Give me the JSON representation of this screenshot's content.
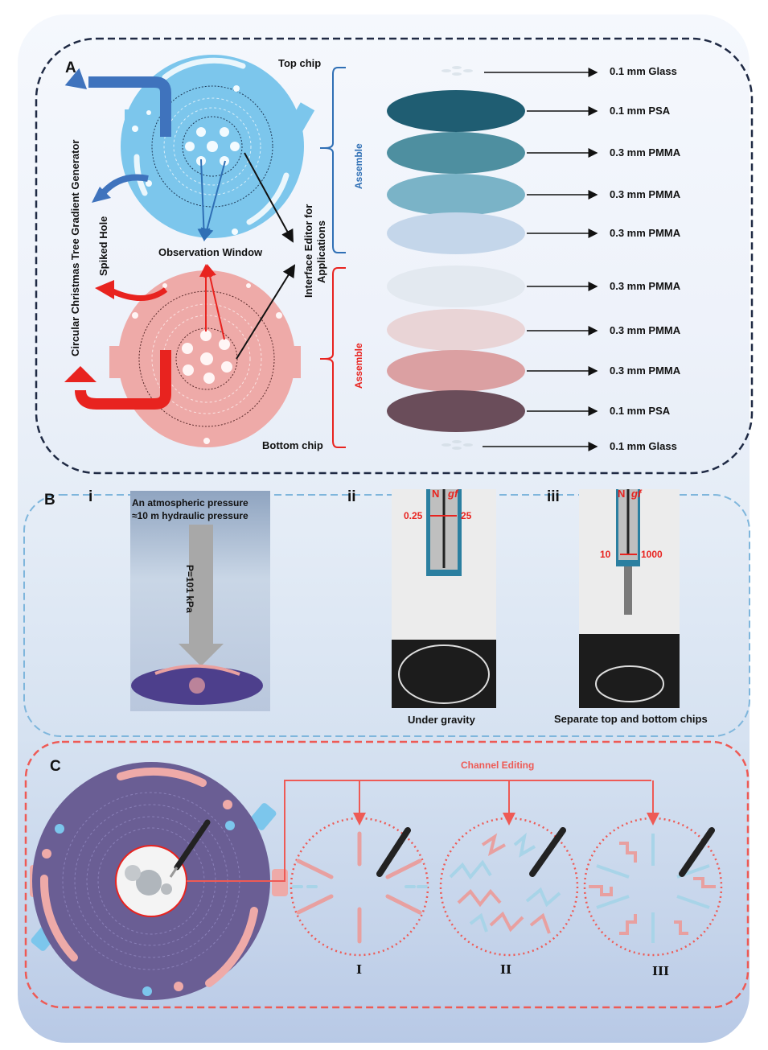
{
  "figure": {
    "panels": {
      "A": {
        "letter": "A",
        "top_chip_label": "Top chip",
        "bottom_chip_label": "Bottom chip",
        "observation_window_label": "Observation Window",
        "vertical_labels": {
          "gradient_generator": "Circular Christmas Tree Gradient Generator",
          "spiked_hole": "Spiked Hole",
          "interface_editor_line1": "Interface Editor for",
          "interface_editor_line2": "Applications"
        },
        "assemble_top": "Assemble",
        "assemble_bottom": "Assemble",
        "top_layers": [
          "0.1 mm Glass",
          "0.1 mm PSA",
          "0.3 mm PMMA",
          "0.3 mm PMMA",
          "0.3 mm PMMA"
        ],
        "bottom_layers": [
          "0.3 mm PMMA",
          "0.3 mm PMMA",
          "0.3 mm PMMA",
          "0.1 mm PSA",
          "0.1 mm Glass"
        ]
      },
      "B": {
        "letter": "B",
        "sub_i": "i",
        "sub_ii": "ii",
        "sub_iii": "iii",
        "i_text_line1": "An atmospheric pressure",
        "i_text_line2": "≈10 m hydraulic pressure",
        "i_arrow_label": "P=101 kPa",
        "ii_unit_left": "N",
        "ii_unit_right": "gf",
        "ii_value_left": "0.25",
        "ii_value_right": "25",
        "ii_caption": "Under gravity",
        "iii_unit_left": "N",
        "iii_unit_right": "gf",
        "iii_value_left": "10",
        "iii_value_right": "1000",
        "iii_caption": "Separate top and bottom chips"
      },
      "C": {
        "letter": "C",
        "channel_editing_label": "Channel Editing",
        "variants": [
          "I",
          "II",
          "III"
        ]
      }
    },
    "colors": {
      "blue_accent": "#2f6fb5",
      "red_accent": "#e8231f",
      "top_chip": "#7cc6ec",
      "bottom_chip": "#eeaaa8",
      "panel_a_border": "#1f2a44",
      "panel_b_border": "#7fb6dc",
      "panel_c_border": "#ee5a55",
      "chip_c_body": "#6a5e94",
      "channel_pink": "#e8a0a0",
      "channel_blue": "#a8d4e8"
    }
  }
}
